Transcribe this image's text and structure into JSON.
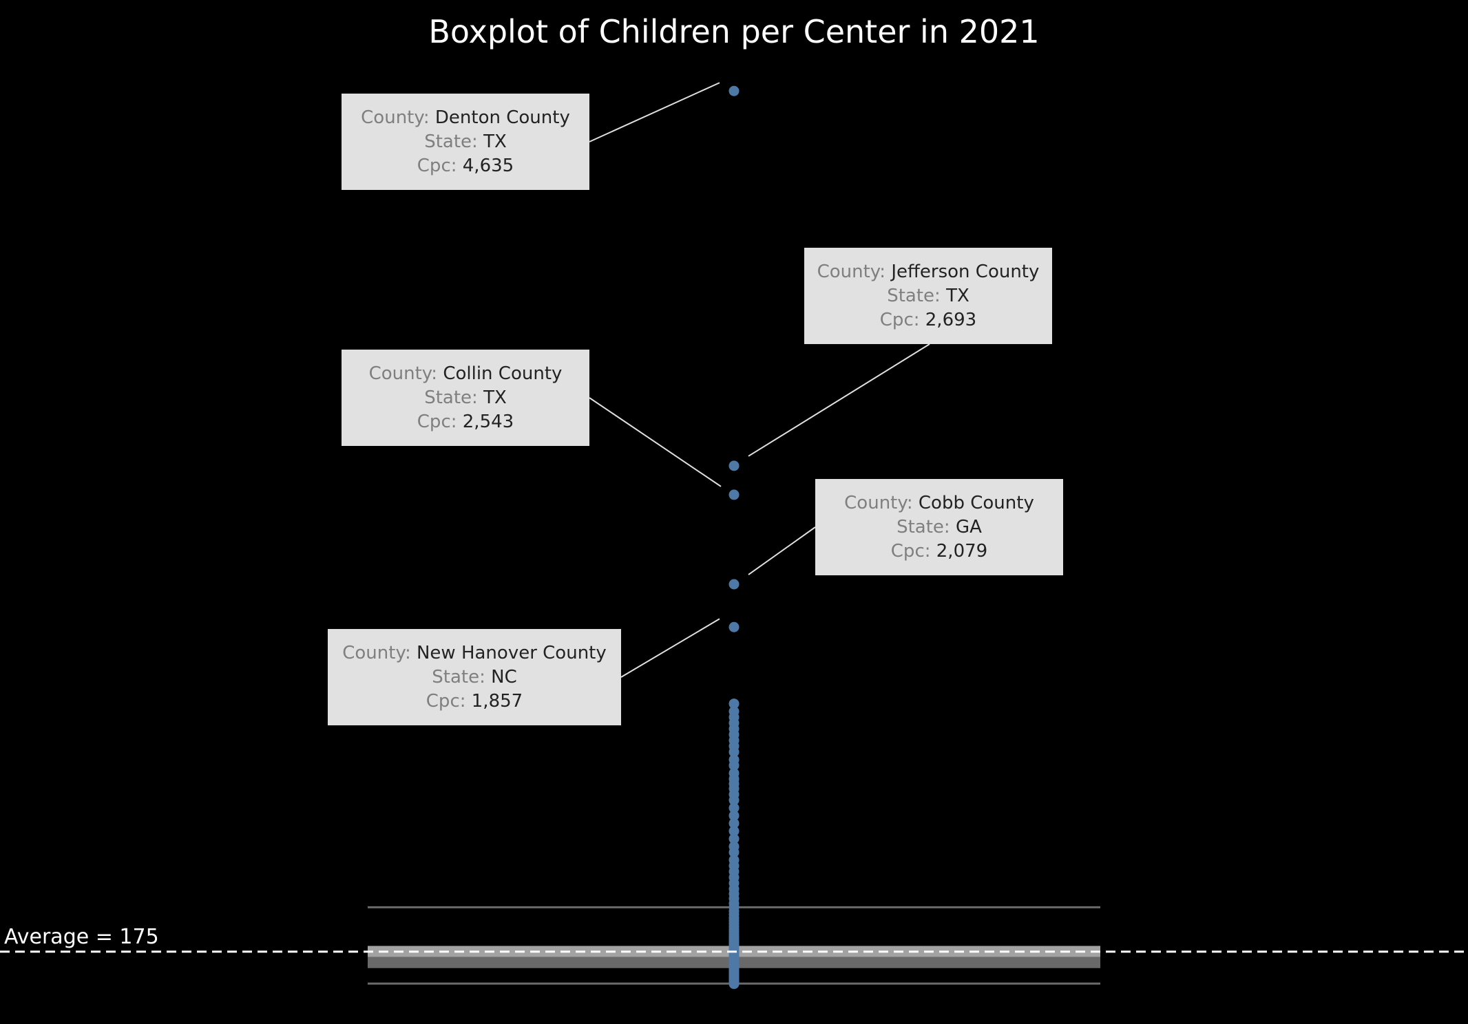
{
  "chart_data": {
    "type": "boxplot",
    "title": "Boxplot of Children per Center in 2021",
    "value_field": "Cpc",
    "reference_line": {
      "label": "Average = 175",
      "value": 175
    },
    "box": {
      "lower_whisker": 10,
      "q1": 90,
      "median": 147,
      "q3": 205,
      "upper_whisker": 405
    },
    "ylim": [
      0,
      4750
    ],
    "point_color": "#4e79a7",
    "points": [
      8,
      15,
      22,
      30,
      38,
      45,
      52,
      60,
      68,
      75,
      82,
      90,
      98,
      105,
      112,
      120,
      128,
      135,
      142,
      150,
      158,
      165,
      172,
      180,
      188,
      195,
      205,
      215,
      225,
      235,
      245,
      255,
      265,
      278,
      290,
      305,
      320,
      335,
      350,
      368,
      385,
      405,
      425,
      450,
      475,
      500,
      530,
      560,
      590,
      620,
      650,
      690,
      720,
      760,
      800,
      840,
      880,
      920,
      960,
      990,
      1020,
      1045,
      1070,
      1100,
      1140,
      1170,
      1210,
      1240,
      1270,
      1300,
      1330,
      1360,
      1390,
      1420,
      1460,
      1857,
      2079,
      2543,
      2693,
      4635
    ],
    "annotations": [
      {
        "county": "Denton County",
        "state": "TX",
        "cpc": "4,635",
        "value": 4635
      },
      {
        "county": "Jefferson County",
        "state": "TX",
        "cpc": "2,693",
        "value": 2693
      },
      {
        "county": "Collin County",
        "state": "TX",
        "cpc": "2,543",
        "value": 2543
      },
      {
        "county": "Cobb County",
        "state": "GA",
        "cpc": "2,079",
        "value": 2079
      },
      {
        "county": "New Hanover County",
        "state": "NC",
        "cpc": "1,857",
        "value": 1857
      }
    ],
    "annotation_keys": {
      "county": "County:",
      "state": "State:",
      "cpc": "Cpc:"
    }
  }
}
